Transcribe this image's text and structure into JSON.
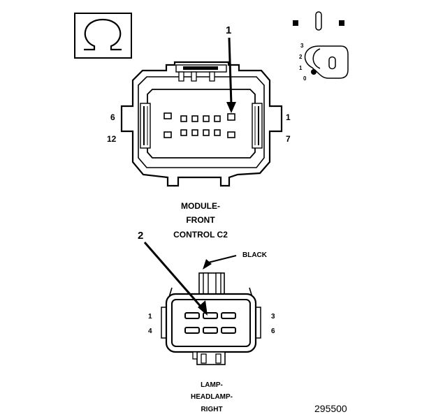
{
  "module_connector": {
    "title_line1": "MODULE-",
    "title_line2": "FRONT",
    "title_line3": "CONTROL C2",
    "pin_labels": {
      "top_left": "6",
      "bottom_left": "12",
      "top_right": "1",
      "bottom_right": "7"
    },
    "callout": "1"
  },
  "lamp_connector": {
    "title_line1": "LAMP-",
    "title_line2": "HEADLAMP-",
    "title_line3": "RIGHT",
    "pin_labels": {
      "top_left": "1",
      "bottom_left": "4",
      "top_right": "3",
      "bottom_right": "6"
    },
    "wire_color": "BLACK",
    "callout": "2"
  },
  "key_icon_numbers": [
    "3",
    "2",
    "1",
    "0"
  ],
  "figure_number": "295500",
  "colors": {
    "ink": "#000000",
    "background": "#ffffff"
  }
}
